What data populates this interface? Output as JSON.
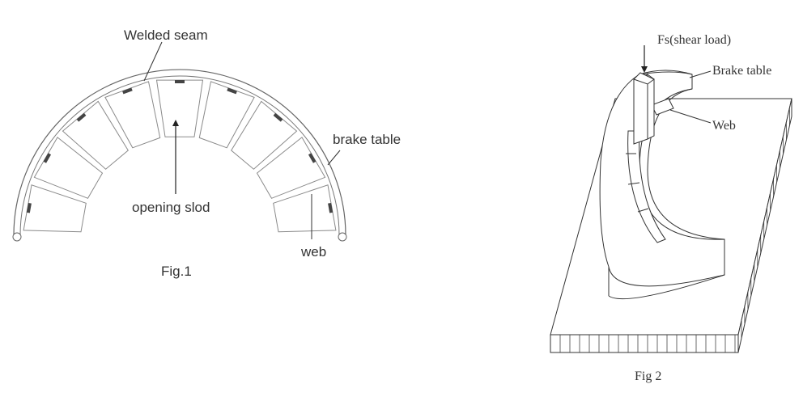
{
  "fig1": {
    "caption": "Fig.1",
    "labels": {
      "welded_seam": "Welded seam",
      "brake_table": "brake table",
      "opening_slot": "opening slod",
      "web": "web"
    }
  },
  "fig2": {
    "caption": "Fig 2",
    "labels": {
      "shear_load": "Fs(shear load)",
      "brake_table": "Brake table",
      "web": "Web"
    }
  }
}
